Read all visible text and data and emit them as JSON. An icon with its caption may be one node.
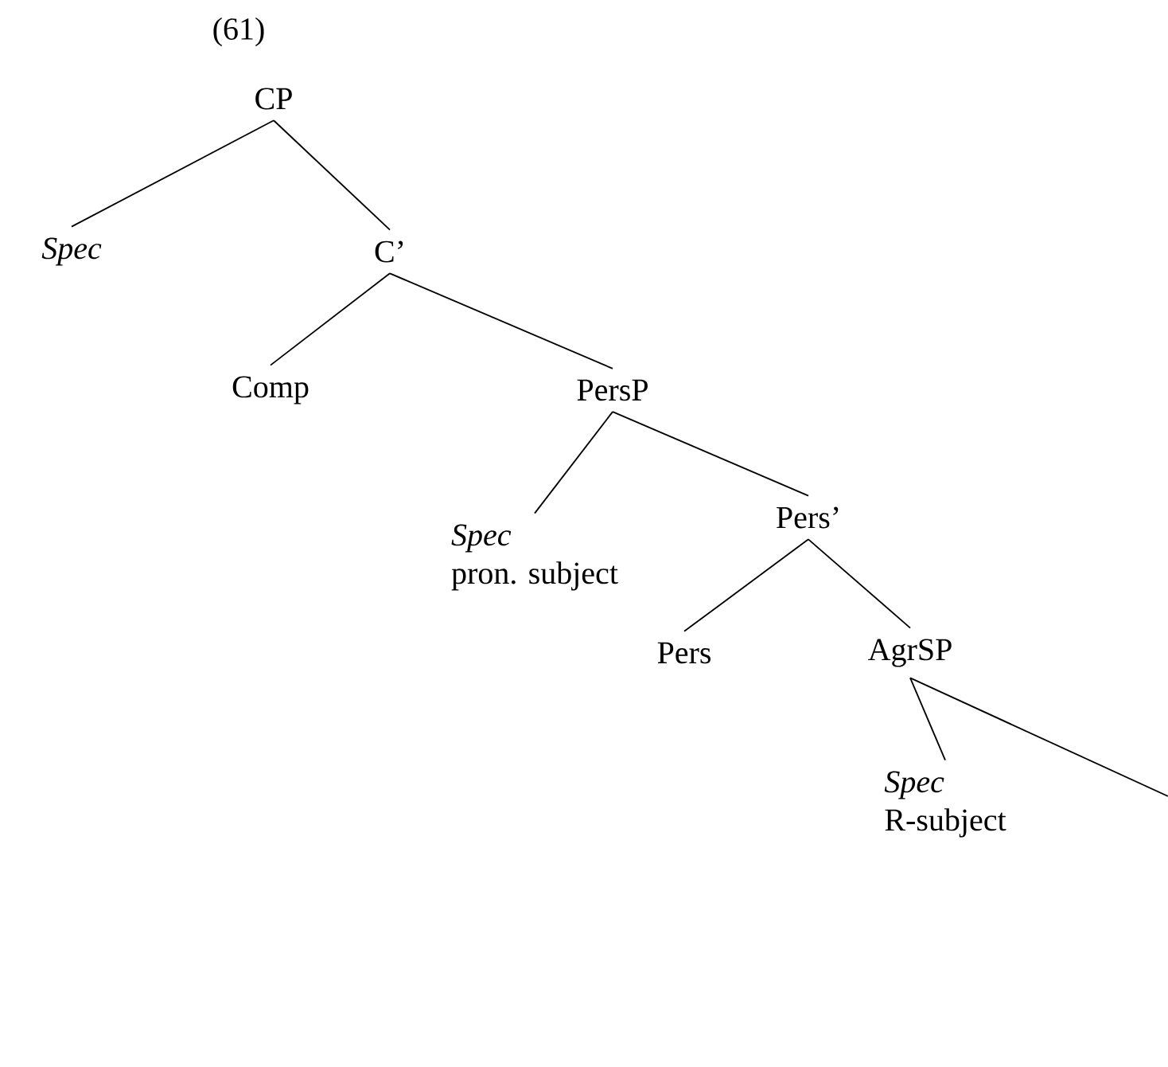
{
  "diagram": {
    "nodes": [
      {
        "text": [
          "CP"
        ]
      },
      {
        "text": [
          "Spec"
        ]
      },
      {
        "text": [
          "C’"
        ]
      },
      {
        "text": [
          "Comp"
        ]
      },
      {
        "text": [
          "PersP"
        ]
      },
      {
        "text": [
          "Spec",
          "pron. subject"
        ]
      },
      {
        "text": [
          "Pers’"
        ]
      },
      {
        "text": [
          "Pers"
        ]
      },
      {
        "text": [
          "AgrSP"
        ]
      },
      {
        "text": [
          "Spec",
          "R-subject"
        ]
      }
    ],
    "edges": [
      {
        "from": 0,
        "to": 1,
        "arrow": "none"
      },
      {
        "from": 0,
        "to": 2,
        "arrow": "none"
      },
      {
        "from": 2,
        "to": 3,
        "arrow": "none"
      },
      {
        "from": 2,
        "to": 4,
        "arrow": "none"
      },
      {
        "from": 4,
        "to": 5,
        "arrow": "none"
      },
      {
        "from": 4,
        "to": 6,
        "arrow": "none"
      },
      {
        "from": 6,
        "to": 7,
        "arrow": "none"
      },
      {
        "from": 6,
        "to": 8,
        "arrow": "none"
      },
      {
        "from": 8,
        "to": 9,
        "arrow": "none"
      },
      {
        "from": 8,
        "to": null,
        "arrow": "none"
      }
    ],
    "labels": [
      "(61)"
    ]
  }
}
